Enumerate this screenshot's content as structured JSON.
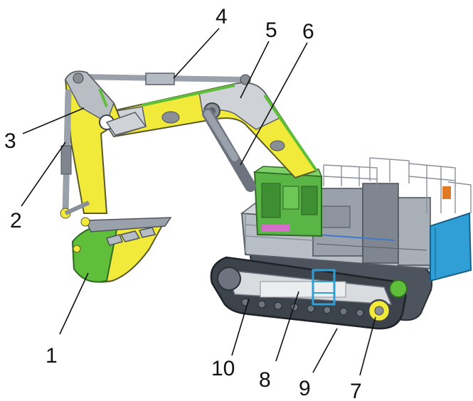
{
  "labels": {
    "l1": "1",
    "l2": "2",
    "l3": "3",
    "l4": "4",
    "l5": "5",
    "l6": "6",
    "l7": "7",
    "l8": "8",
    "l9": "9",
    "l10": "10"
  },
  "colors": {
    "yellow": "#f2ea3a",
    "green": "#5fbf3a",
    "steel": "#c7cbd1",
    "dark_steel": "#6d7480",
    "blue": "#2f9fd6"
  }
}
